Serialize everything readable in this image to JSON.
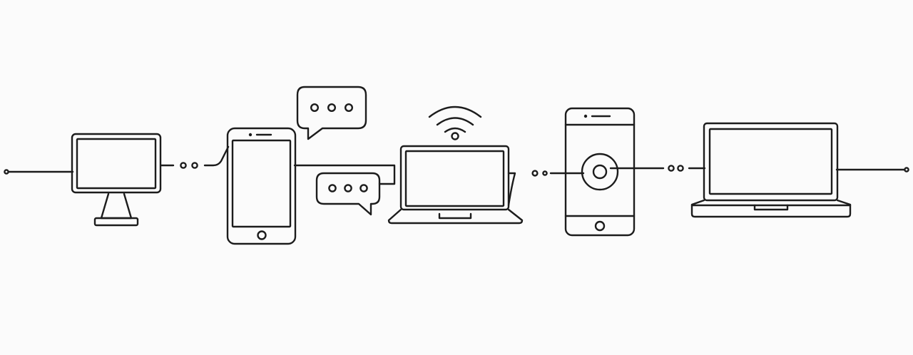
{
  "colors": {
    "background": "#fbfbfb",
    "line": "#1c1c1c"
  },
  "devices": [
    {
      "name": "desktop-monitor-icon",
      "kind": "desktop monitor"
    },
    {
      "name": "smartphone-icon",
      "kind": "smartphone"
    },
    {
      "name": "laptop-wifi-icon",
      "kind": "laptop with wifi"
    },
    {
      "name": "smartphone-target-icon",
      "kind": "smartphone with target"
    },
    {
      "name": "laptop-large-icon",
      "kind": "laptop"
    }
  ],
  "decorations": [
    {
      "name": "chat-bubble-icon",
      "count": 2
    },
    {
      "name": "wifi-icon",
      "count": 1
    },
    {
      "name": "target-icon",
      "count": 1
    }
  ]
}
